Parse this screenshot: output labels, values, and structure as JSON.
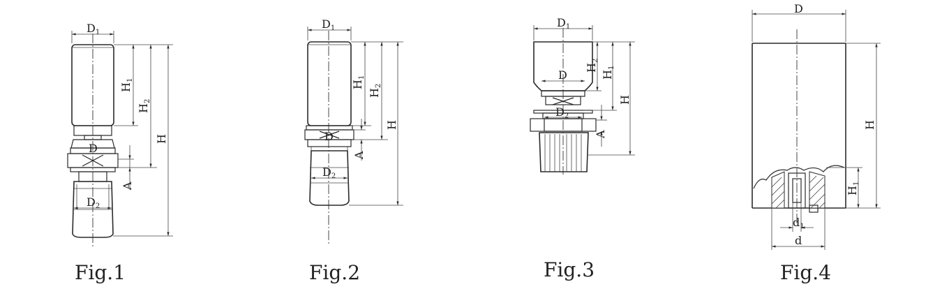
{
  "figures": [
    {
      "caption": "Fig.1",
      "dimensions": {
        "D1": {
          "base": "D",
          "sub": "1"
        },
        "H1": {
          "base": "H",
          "sub": "1"
        },
        "H2": {
          "base": "H",
          "sub": "2"
        },
        "H": {
          "base": "H"
        },
        "D": {
          "base": "D"
        },
        "A": {
          "base": "A"
        },
        "D2": {
          "base": "D",
          "sub": "2"
        }
      }
    },
    {
      "caption": "Fig.2",
      "dimensions": {
        "D1": {
          "base": "D",
          "sub": "1"
        },
        "H1": {
          "base": "H",
          "sub": "1"
        },
        "H2": {
          "base": "H",
          "sub": "2"
        },
        "H": {
          "base": "H"
        },
        "D": {
          "base": "D"
        },
        "A": {
          "base": "A"
        },
        "D2": {
          "base": "D",
          "sub": "2"
        }
      }
    },
    {
      "caption": "Fig.3",
      "dimensions": {
        "D1": {
          "base": "D",
          "sub": "1"
        },
        "H2": {
          "base": "H",
          "sub": "2"
        },
        "H1": {
          "base": "H",
          "sub": "1"
        },
        "H": {
          "base": "H"
        },
        "D": {
          "base": "D"
        },
        "D2": {
          "base": "D",
          "sub": "2"
        },
        "A": {
          "base": "A"
        }
      }
    },
    {
      "caption": "Fig.4",
      "dimensions": {
        "D": {
          "base": "D"
        },
        "H": {
          "base": "H"
        },
        "H1": {
          "base": "H",
          "sub": "1"
        },
        "d1": {
          "base": "d",
          "sub": "1"
        },
        "d": {
          "base": "d"
        }
      }
    }
  ]
}
